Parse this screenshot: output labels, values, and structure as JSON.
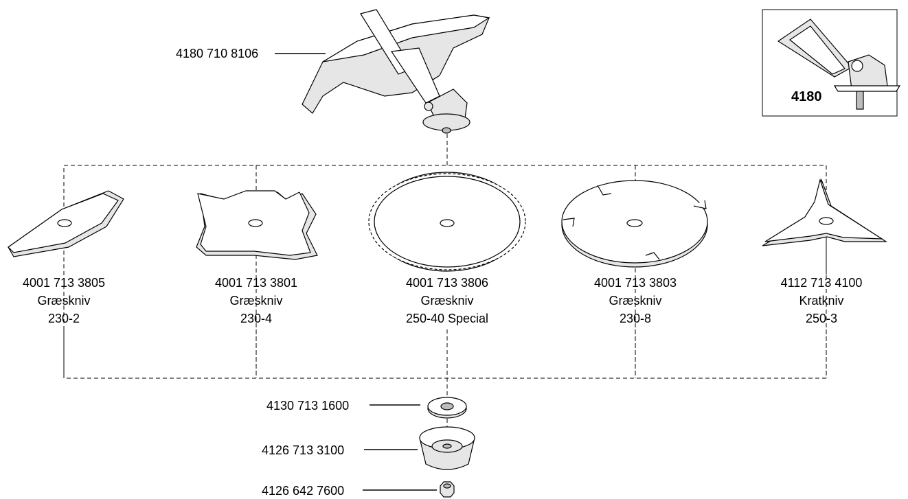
{
  "guard": {
    "part_no": "4180 710 8106"
  },
  "inset": {
    "label": "4180"
  },
  "blades": [
    {
      "part_no": "4001 713 3805",
      "name": "Græskniv",
      "size": "230-2"
    },
    {
      "part_no": "4001 713 3801",
      "name": "Græskniv",
      "size": "230-4"
    },
    {
      "part_no": "4001 713 3806",
      "name": "Græskniv",
      "size": "250-40 Special"
    },
    {
      "part_no": "4001 713 3803",
      "name": "Græskniv",
      "size": "230-8"
    },
    {
      "part_no": "4112 713 4100",
      "name": "Kratkniv",
      "size": "250-3"
    }
  ],
  "hardware": [
    {
      "part_no": "4130 713 1600",
      "icon": "thrust-washer-icon"
    },
    {
      "part_no": "4126 713 3100",
      "icon": "thrust-plate-icon"
    },
    {
      "part_no": "4126 642 7600",
      "icon": "nut-icon"
    }
  ]
}
